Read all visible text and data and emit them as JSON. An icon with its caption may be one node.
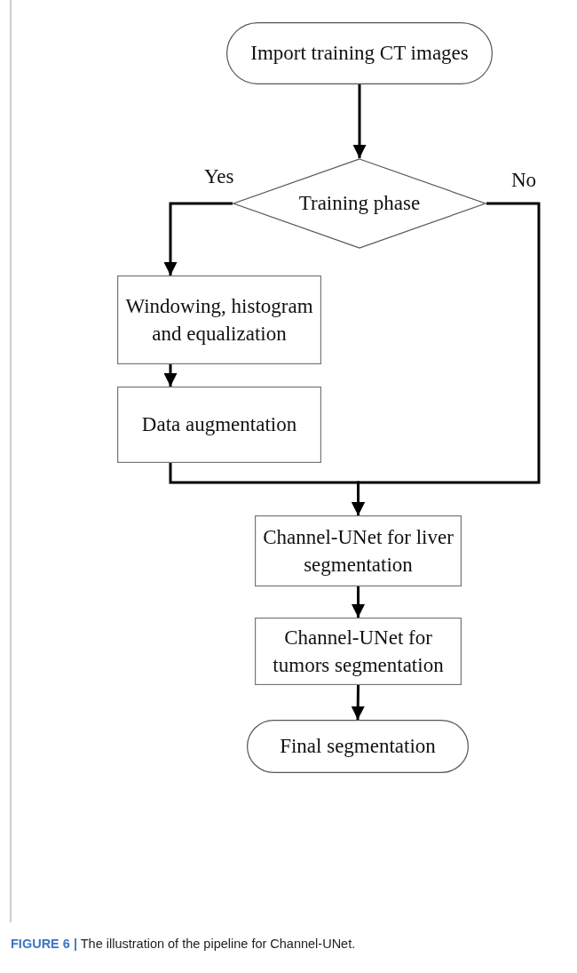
{
  "diagram": {
    "caption": "**FIGURE 6 |** The illustration of the pipeline for Channel-UNet.",
    "nodes": [
      {
        "text": [
          "Import training CT images"
        ]
      },
      {
        "text": [
          "Training phase"
        ]
      },
      {
        "text": [
          "Windowing, histogram and equalization"
        ]
      },
      {
        "text": [
          "Data augmentation"
        ]
      },
      {
        "text": [
          "Channel-UNet for liver segmentation"
        ]
      },
      {
        "text": [
          "Channel-UNet for tumors segmentation"
        ]
      },
      {
        "text": [
          "Final segmentation"
        ]
      }
    ],
    "edges": [
      {
        "from": 0,
        "to": 1,
        "arrow": "to"
      },
      {
        "from": 1,
        "to": 2,
        "arrow": "to",
        "label": "Yes"
      },
      {
        "from": 1,
        "to": 4,
        "arrow": "to",
        "label": "No"
      },
      {
        "from": 2,
        "to": 3,
        "arrow": "to"
      },
      {
        "from": 3,
        "to": 4,
        "arrow": "to"
      },
      {
        "from": 4,
        "to": 5,
        "arrow": "to"
      },
      {
        "from": 5,
        "to": 6,
        "arrow": "to"
      }
    ]
  }
}
